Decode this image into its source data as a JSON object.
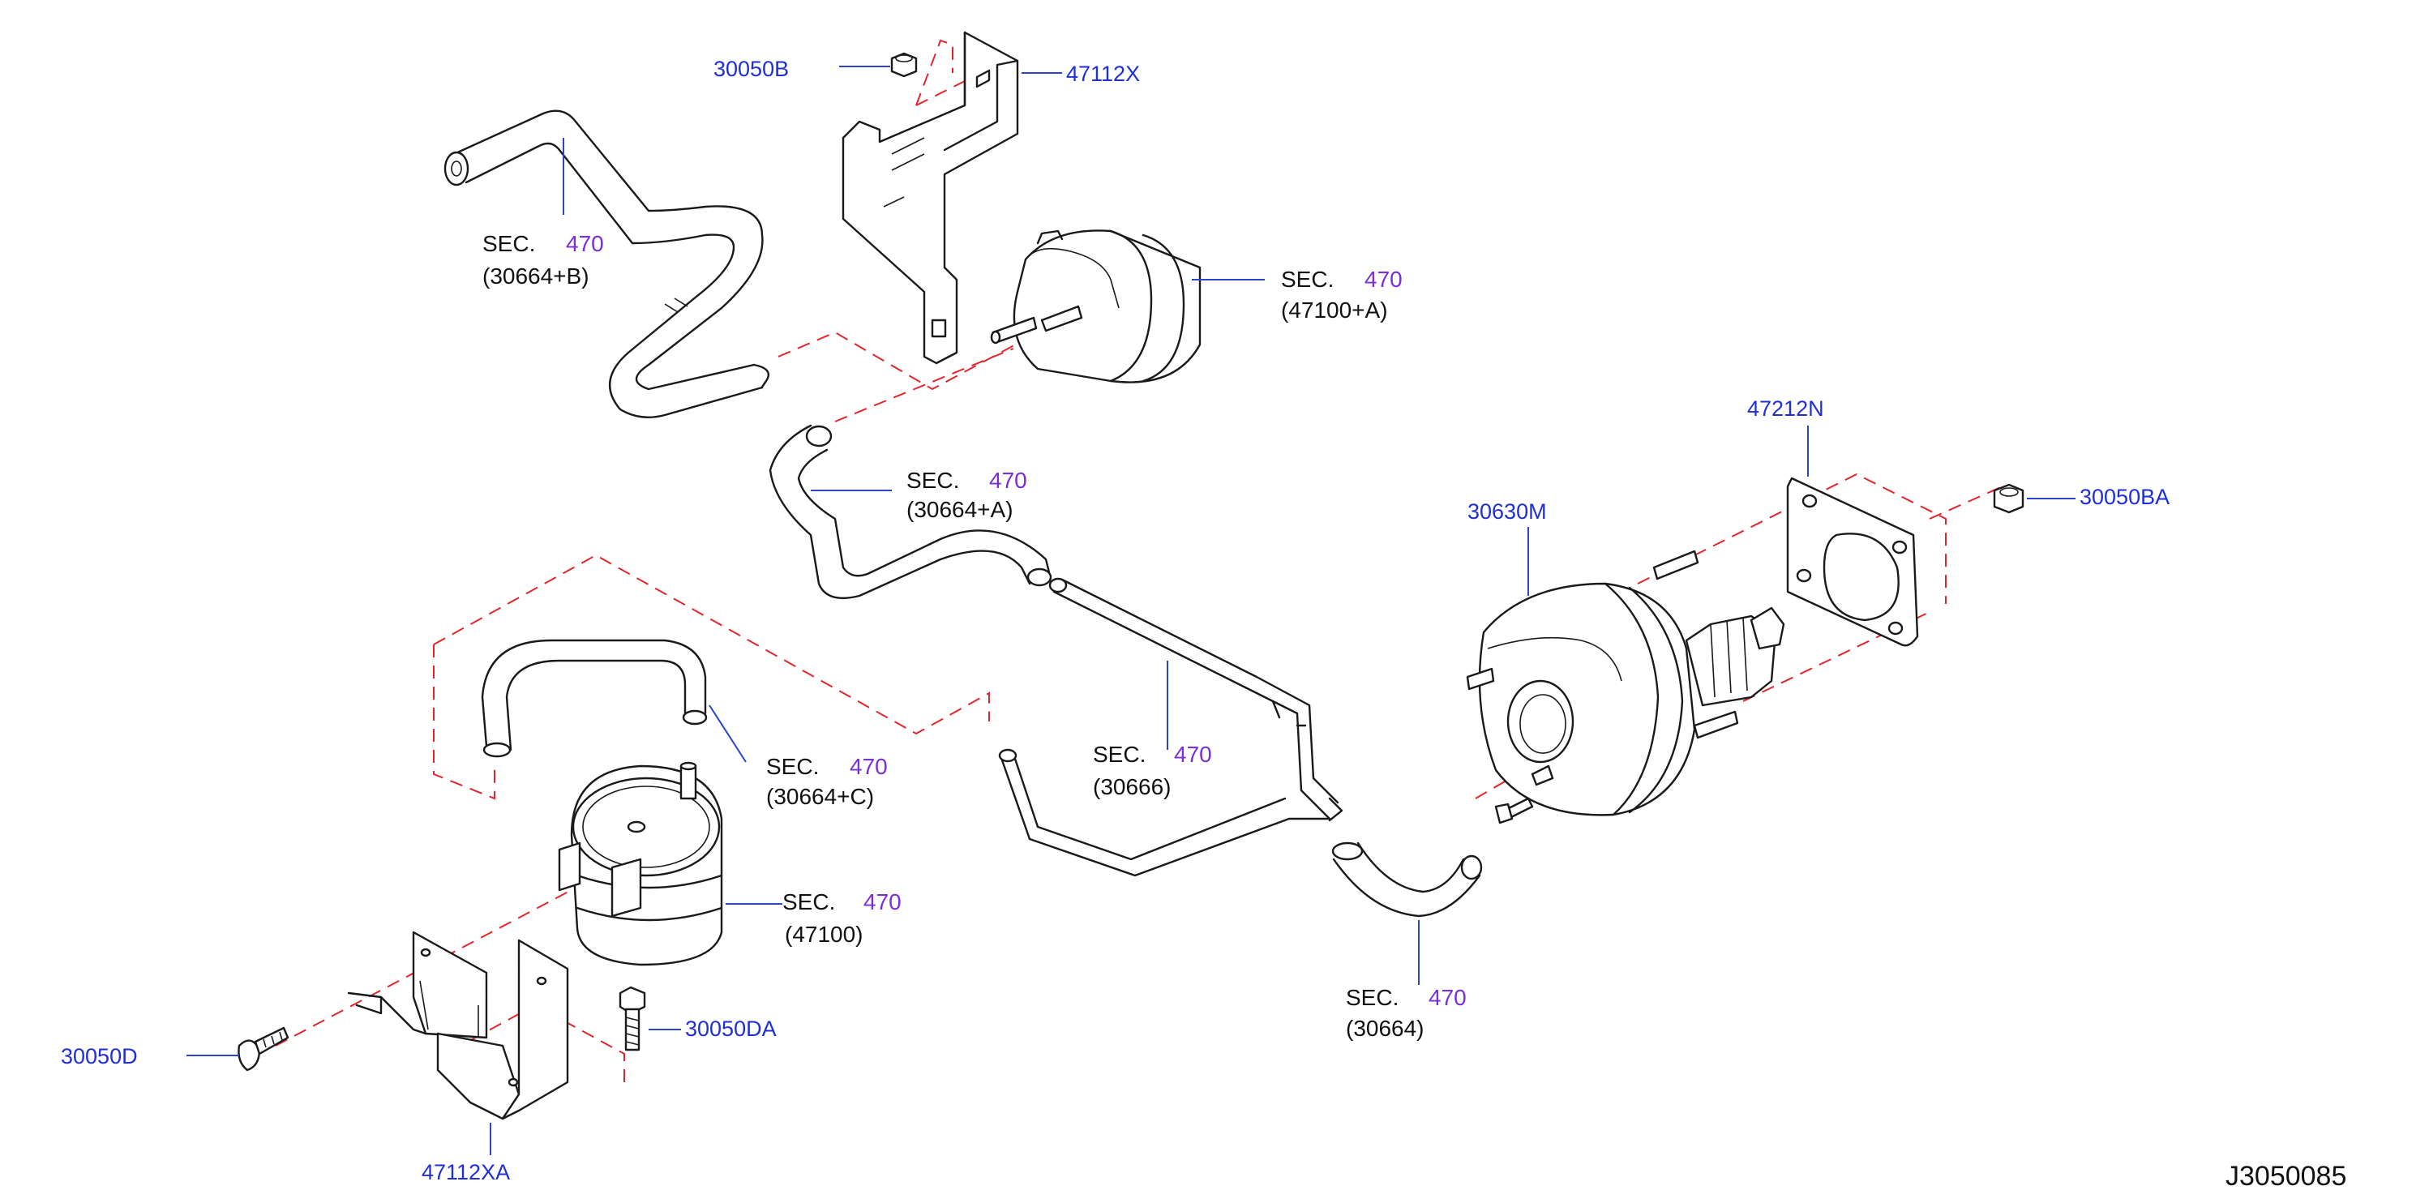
{
  "colors": {
    "part_number": "#1f2fd8",
    "section_number": "#7b2fd8",
    "leader_line": "#2a45c8",
    "dashed_line": "#e0262b",
    "outline": "#1a1a1a"
  },
  "diagram_id": "J3050085",
  "part_labels": [
    {
      "id": "30050B",
      "text": "30050B"
    },
    {
      "id": "47112X",
      "text": "47112X"
    },
    {
      "id": "47212N",
      "text": "47212N"
    },
    {
      "id": "30630M",
      "text": "30630M"
    },
    {
      "id": "30050BA",
      "text": "30050BA"
    },
    {
      "id": "30050DA",
      "text": "30050DA"
    },
    {
      "id": "30050D",
      "text": "30050D"
    },
    {
      "id": "47112XA",
      "text": "47112XA"
    }
  ],
  "section_refs": [
    {
      "id": "hose-b",
      "sec": "SEC.",
      "num": "470",
      "code": "(30664+B)"
    },
    {
      "id": "tank-a",
      "sec": "SEC.",
      "num": "470",
      "code": "(47100+A)"
    },
    {
      "id": "hose-a",
      "sec": "SEC.",
      "num": "470",
      "code": "(30664+A)"
    },
    {
      "id": "hose-c",
      "sec": "SEC.",
      "num": "470",
      "code": "(30664+C)"
    },
    {
      "id": "tank",
      "sec": "SEC.",
      "num": "470",
      "code": "(47100)"
    },
    {
      "id": "tube",
      "sec": "SEC.",
      "num": "470",
      "code": "(30666)"
    },
    {
      "id": "hose",
      "sec": "SEC.",
      "num": "470",
      "code": "(30664)"
    }
  ]
}
